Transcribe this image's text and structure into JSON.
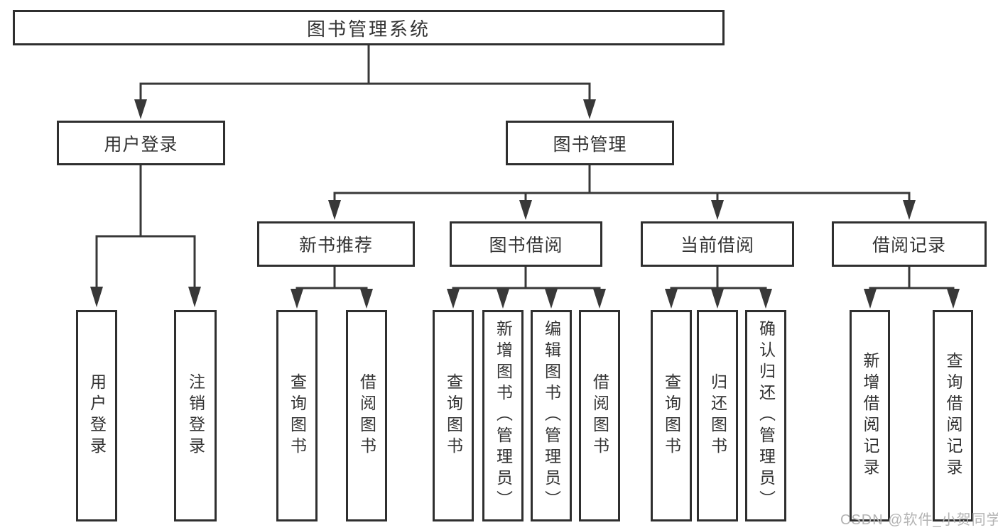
{
  "diagram": {
    "root": {
      "label": "图书管理系统"
    },
    "level2": [
      {
        "label": "用户登录"
      },
      {
        "label": "图书管理"
      }
    ],
    "level3": [
      {
        "label": "新书推荐",
        "parent": "图书管理"
      },
      {
        "label": "图书借阅",
        "parent": "图书管理"
      },
      {
        "label": "当前借阅",
        "parent": "图书管理"
      },
      {
        "label": "借阅记录",
        "parent": "图书管理"
      }
    ],
    "leaves": [
      {
        "label": "用户登录",
        "parent": "用户登录"
      },
      {
        "label": "注销登录",
        "parent": "用户登录"
      },
      {
        "label": "查询图书",
        "parent": "新书推荐"
      },
      {
        "label": "借阅图书",
        "parent": "新书推荐"
      },
      {
        "label": "查询图书",
        "parent": "图书借阅"
      },
      {
        "label": "新增图书（管理员）",
        "parent": "图书借阅"
      },
      {
        "label": "编辑图书（管理员）",
        "parent": "图书借阅"
      },
      {
        "label": "借阅图书",
        "parent": "图书借阅"
      },
      {
        "label": "查询图书",
        "parent": "当前借阅"
      },
      {
        "label": "归还图书",
        "parent": "当前借阅"
      },
      {
        "label": "确认归还（管理员）",
        "parent": "当前借阅"
      },
      {
        "label": "新增借阅记录",
        "parent": "借阅记录"
      },
      {
        "label": "查询借阅记录",
        "parent": "借阅记录"
      }
    ],
    "watermark": "CSDN @软件_小贺同学",
    "colors": {
      "line": "#383838",
      "box_border": "#2f2f2f",
      "text": "#333333",
      "watermark": "#b3b3b3",
      "background": "#ffffff"
    }
  }
}
